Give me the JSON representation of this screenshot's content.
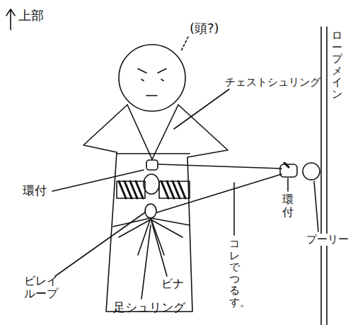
{
  "diagram": {
    "labels": [
      "上部",
      "(頭?)",
      "チェストシュリング",
      "ロープメイン",
      "環付",
      "プーリー",
      "環付",
      "ビレイループ",
      "ビナ",
      "足シュリング",
      "コレでつるす。"
    ]
  }
}
